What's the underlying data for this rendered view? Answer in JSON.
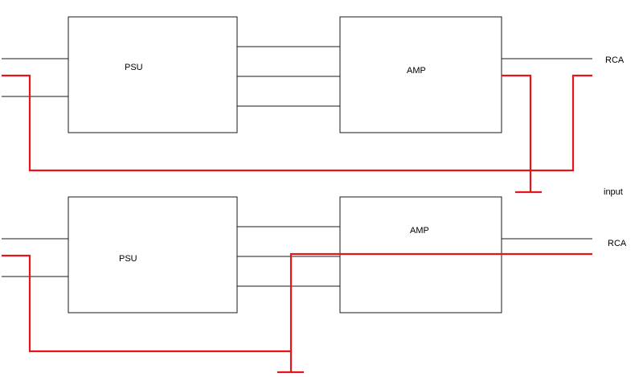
{
  "top_circuit": {
    "psu_label": "PSU",
    "amp_label": "AMP",
    "output_label": "RCA"
  },
  "middle_label": "input",
  "bottom_circuit": {
    "psu_label": "PSU",
    "amp_label": "AMP",
    "output_label": "RCA"
  },
  "colors": {
    "wire": "#1a1a1a",
    "ground_wire": "#e8141b"
  }
}
